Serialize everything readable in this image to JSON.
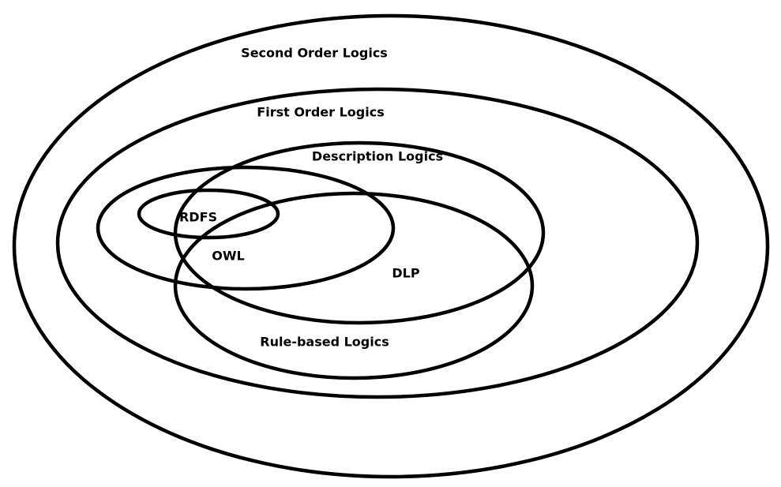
{
  "diagram": {
    "labels": {
      "second_order": "Second Order Logics",
      "first_order": "First Order Logics",
      "description": "Description Logics",
      "rdfs": "RDFS",
      "owl": "OWL",
      "dlp": "DLP",
      "rule_based": "Rule-based Logics"
    },
    "colors": {
      "stroke": "#000000",
      "background": "#ffffff"
    }
  }
}
